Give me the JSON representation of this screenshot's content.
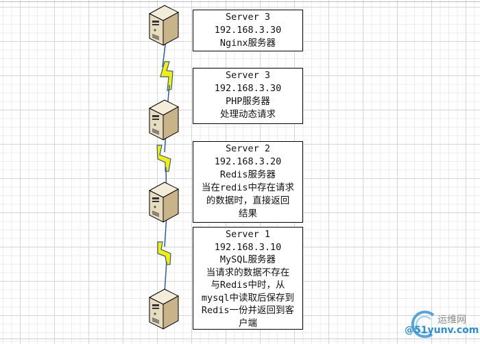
{
  "diagram": {
    "title": "Nginx / PHP / Redis / MySQL request flow",
    "nodes": [
      {
        "id": "nginx",
        "icon": "server-tower-icon",
        "lines": [
          "Server 3",
          "192.168.3.30",
          "Nginx服务器"
        ]
      },
      {
        "id": "php",
        "icon": "server-tower-icon",
        "lines": [
          "Server 3",
          "192.168.3.30",
          "PHP服务器",
          "处理动态请求"
        ]
      },
      {
        "id": "redis",
        "icon": "server-tower-icon",
        "lines": [
          "Server 2",
          "192.168.3.20",
          "Redis服务器",
          "当在redis中存在请求",
          "的数据时，直接返回",
          "结果"
        ]
      },
      {
        "id": "mysql",
        "icon": "server-tower-icon",
        "lines": [
          "Server 1",
          "192.168.3.10",
          "MySQL服务器",
          "当请求的数据不存在",
          "与Redis中时，从",
          "mysql中读取后保存到",
          "Redis一份并返回到客",
          "户端"
        ]
      }
    ],
    "links": [
      {
        "from": "nginx",
        "to": "php",
        "type": "lightning-bolt"
      },
      {
        "from": "php",
        "to": "redis",
        "type": "lightning-bolt"
      },
      {
        "from": "redis",
        "to": "mysql",
        "type": "lightning-bolt"
      }
    ],
    "colors": {
      "bolt_fill": "#f5f000",
      "bolt_stroke": "#2d5aa0",
      "server_front": "#e8dcc0",
      "server_side": "#c9b48a"
    }
  },
  "watermark": {
    "line1": "运维网",
    "line2": "@51yunv.com"
  }
}
